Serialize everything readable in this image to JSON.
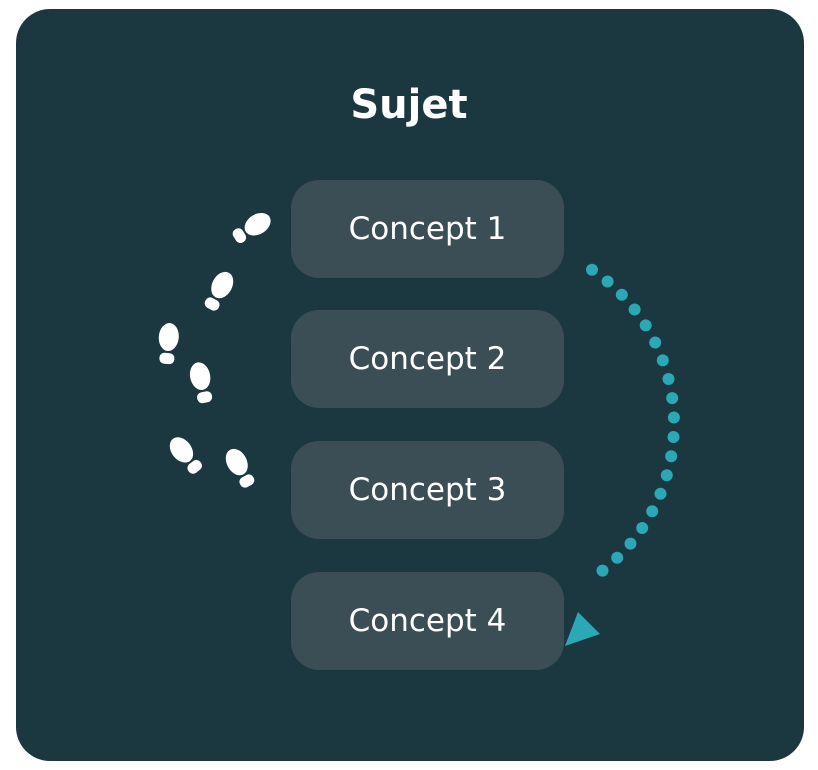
{
  "diagram": {
    "title": "Sujet",
    "concepts": [
      "Concept 1",
      "Concept 2",
      "Concept 3",
      "Concept 4"
    ],
    "icons": {
      "footprints": "footprints-icon",
      "cycle_arrow": "dotted-cycle-arrow-icon"
    },
    "colors": {
      "background": "#1b3740",
      "box": "#3c4e55",
      "text": "#ffffff",
      "accent": "#2aa8b6",
      "footprint": "#ffffff"
    }
  }
}
